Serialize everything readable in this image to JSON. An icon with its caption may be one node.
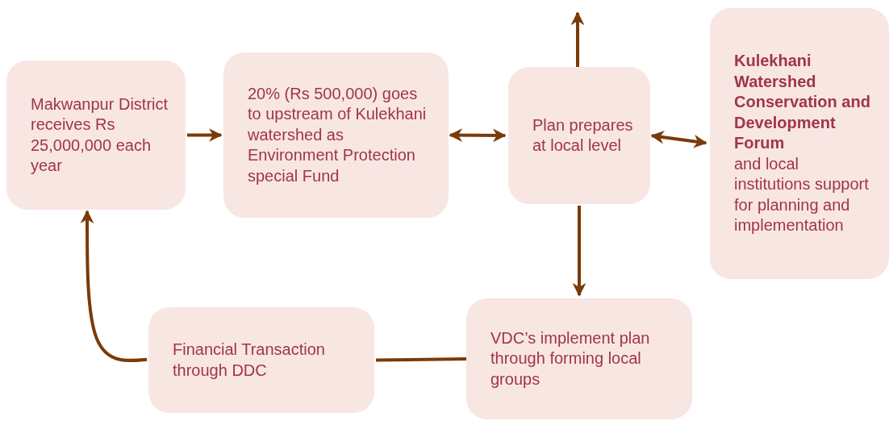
{
  "diagram": {
    "nodes": [
      {
        "text": [
          "Makwanpur District receives Rs 25,000,000 each year"
        ]
      },
      {
        "text": [
          "20% (Rs 500,000) goes to upstream of Kulekhani watershed as Environment Protection special Fund"
        ]
      },
      {
        "text": [
          "Plan prepares at local level"
        ]
      },
      {
        "text": [
          "Kulekhani Watershed Conservation and Development Forum",
          "and local institutions support for planning and implementation"
        ]
      },
      {
        "text": [
          "VDC’s implement plan through forming local groups"
        ]
      },
      {
        "text": [
          "Financial Transaction through DDC"
        ]
      }
    ],
    "edges": [
      {
        "from": 0,
        "to": 1,
        "arrow": "to"
      },
      {
        "from": 1,
        "to": 2,
        "arrow": "both"
      },
      {
        "from": 2,
        "to": 3,
        "arrow": "both"
      },
      {
        "from": 2,
        "to": null,
        "arrow": "to"
      },
      {
        "from": 2,
        "to": 4,
        "arrow": "to"
      },
      {
        "from": 4,
        "to": 5,
        "arrow": "none"
      },
      {
        "from": 5,
        "to": 0,
        "arrow": "to"
      }
    ]
  }
}
